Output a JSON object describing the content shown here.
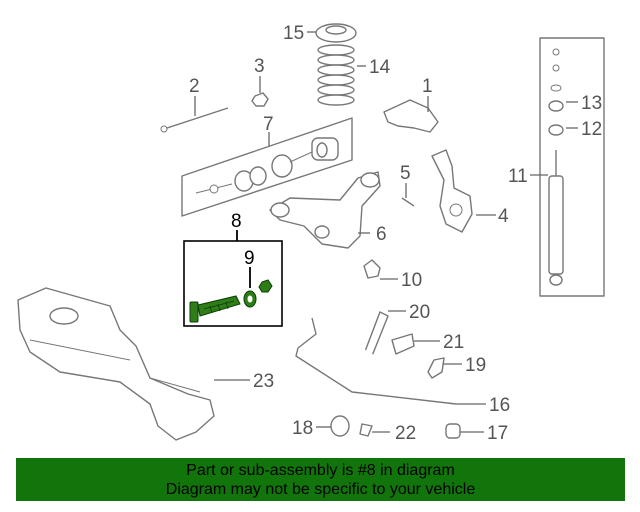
{
  "callouts": {
    "c1": "1",
    "c2": "2",
    "c3": "3",
    "c4": "4",
    "c5": "5",
    "c6": "6",
    "c7": "7",
    "c8": "8",
    "c9": "9",
    "c10": "10",
    "c11": "11",
    "c12": "12",
    "c13": "13",
    "c14": "14",
    "c15": "15",
    "c16": "16",
    "c17": "17",
    "c18": "18",
    "c19": "19",
    "c20": "20",
    "c21": "21",
    "c22": "22",
    "c23": "23"
  },
  "banner": {
    "line1": "Part or sub-assembly is #8 in diagram",
    "line2": "Diagram may not be specific to your vehicle"
  },
  "colors": {
    "banner_bg": "#11750b",
    "highlight_part": "#2e7d17",
    "line_art": "#777777"
  }
}
